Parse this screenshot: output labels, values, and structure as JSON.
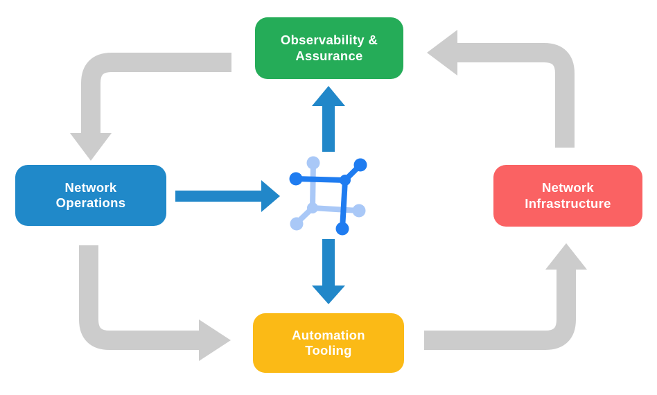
{
  "diagram": {
    "nodes": [
      {
        "id": "observability-assurance",
        "label": "Observability &\nAssurance",
        "color": "#25ac58"
      },
      {
        "id": "network-operations",
        "label": "Network\nOperations",
        "color": "#2089c9"
      },
      {
        "id": "network-infrastructure",
        "label": "Network\nInfrastructure",
        "color": "#fa6263"
      },
      {
        "id": "automation-tooling",
        "label": "Automation\nTooling",
        "color": "#fbba16"
      }
    ],
    "center_icon": "network-fabric-icon",
    "edges": [
      {
        "from": "observability-assurance",
        "to": "network-operations",
        "style": "gray-elbow"
      },
      {
        "from": "network-operations",
        "to": "automation-tooling",
        "style": "gray-elbow"
      },
      {
        "from": "automation-tooling",
        "to": "network-infrastructure",
        "style": "gray-elbow"
      },
      {
        "from": "network-infrastructure",
        "to": "observability-assurance",
        "style": "gray-elbow"
      },
      {
        "from": "network-operations",
        "to": "network-fabric-icon",
        "style": "blue-straight"
      },
      {
        "from": "network-fabric-icon",
        "to": "observability-assurance",
        "style": "blue-straight"
      },
      {
        "from": "network-fabric-icon",
        "to": "automation-tooling",
        "style": "blue-straight"
      }
    ]
  },
  "theme": {
    "background": "#ffffff",
    "arrow_gray": "#cccccc",
    "arrow_blue": "#2187c9",
    "icon_blue_dark": "#1f7cf0",
    "icon_blue_light": "#a9c8f7",
    "node_text": "#ffffff"
  }
}
